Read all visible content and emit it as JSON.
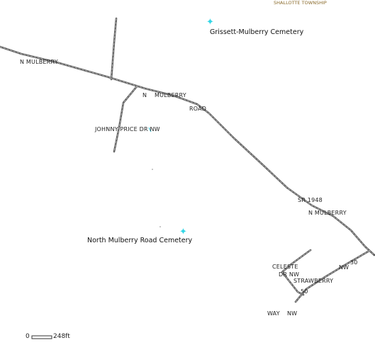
{
  "map": {
    "township_label": "SHALLOTTE TOWNSHIP",
    "cemeteries": [
      {
        "name": "Grissett-Mulberry Cemetery"
      },
      {
        "name": "North Mulberry Road Cemetery"
      }
    ],
    "road_labels": [
      "N  MULBERRY",
      "N",
      "MULBERRY",
      "ROAD",
      "JOHNNY PRICE DR NW",
      "SR 1948",
      "N MULBERRY",
      "CELESTE",
      "DR NW",
      "STRAWBERRY",
      "NW",
      "30",
      "50",
      "WAY",
      "NW"
    ],
    "scale_bar": {
      "start": "0",
      "end": "248ft"
    },
    "colors": {
      "road": "#5a5a5a",
      "road_highlight": "#c8c8c8",
      "cemetery_marker": "#33d6e6",
      "township_text": "#8a6a2a"
    },
    "marker_icon": "cemetery-star-icon"
  }
}
